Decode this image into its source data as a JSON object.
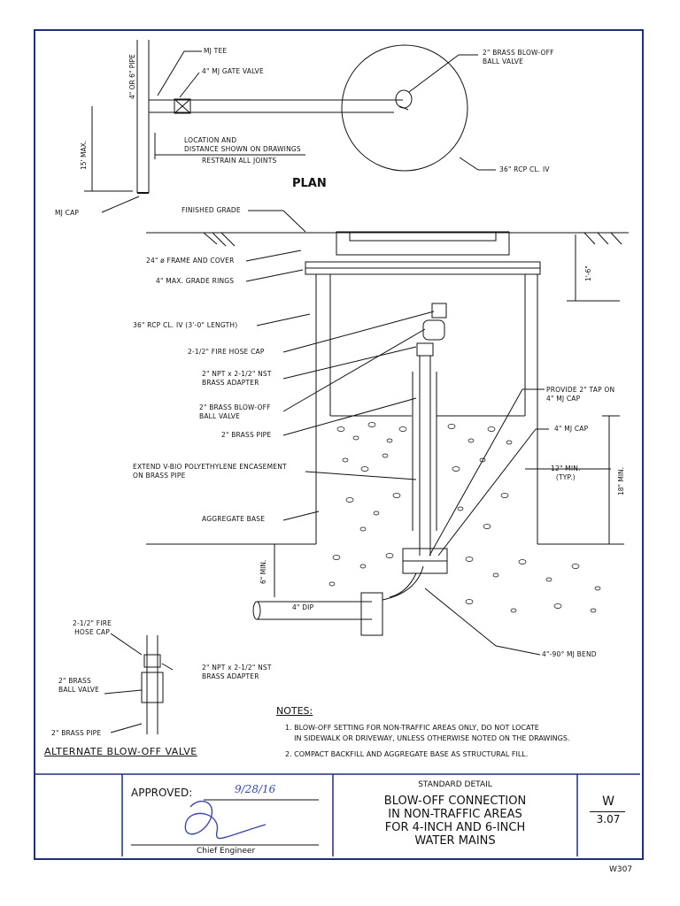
{
  "plan": {
    "title": "PLAN",
    "mj_tee": "MJ TEE",
    "gate_valve": "4\" MJ GATE VALVE",
    "pipe": "4\" OR 6\" PIPE",
    "max15": "15' MAX.",
    "location": "LOCATION AND\nDISTANCE SHOWN ON DRAWINGS",
    "restrain": "RESTRAIN ALL JOINTS",
    "mj_cap": "MJ CAP",
    "ball_valve": "2\" BRASS BLOW-OFF\nBALL VALVE",
    "rcp": "36\" RCP CL. IV"
  },
  "section": {
    "finished_grade": "FINISHED GRADE",
    "frame_cover": "24\" ø FRAME AND COVER",
    "grade_rings": "4\" MAX. GRADE RINGS",
    "rcp_length": "36\" RCP CL. IV (3'-0\" LENGTH)",
    "fire_hose_cap": "2-1/2\" FIRE HOSE CAP",
    "adapter": "2\" NPT x 2-1/2\" NST\nBRASS ADAPTER",
    "blowoff_valve": "2\" BRASS BLOW-OFF\nBALL VALVE",
    "brass_pipe": "2\" BRASS PIPE",
    "encasement": "EXTEND V-BIO POLYETHYLENE ENCASEMENT\nON BRASS PIPE",
    "aggregate": "AGGREGATE BASE",
    "provide_tap": "PROVIDE 2\" TAP ON\n4\" MJ CAP",
    "mj_cap4": "4\" MJ CAP",
    "min12": "12\" MIN.\n(TYP.)",
    "dim_1_6": "1'-6\"",
    "dim_18": "18\" MIN.",
    "dim_6": "6\" MIN.",
    "dip": "4\" DIP",
    "bend": "4\"-90° MJ BEND"
  },
  "alternate": {
    "fire_hose": "2-1/2\" FIRE\nHOSE CAP",
    "adapter": "2\" NPT x 2-1/2\" NST\nBRASS ADAPTER",
    "ball_valve": "2\" BRASS\nBALL VALVE",
    "pipe": "2\" BRASS PIPE",
    "title": "ALTERNATE BLOW-OFF VALVE"
  },
  "notes": {
    "heading": "NOTES:",
    "n1": "1. BLOW-OFF SETTING FOR NON-TRAFFIC AREAS ONLY, DO NOT LOCATE\n    IN SIDEWALK OR DRIVEWAY, UNLESS OTHERWISE NOTED ON THE DRAWINGS.",
    "n2": "2. COMPACT BACKFILL AND AGGREGATE BASE AS STRUCTURAL FILL."
  },
  "title_block": {
    "approved": "APPROVED:",
    "date": "9/28/16",
    "chief": "Chief Engineer",
    "standard": "STANDARD DETAIL",
    "title": "BLOW-OFF CONNECTION\nIN NON-TRAFFIC AREAS\nFOR 4-INCH AND 6-INCH\nWATER MAINS",
    "code_top": "W",
    "code_bottom": "3.07",
    "sheet": "W307"
  },
  "colors": {
    "border": "#1f2f7a",
    "signature": "#3a46a8"
  }
}
